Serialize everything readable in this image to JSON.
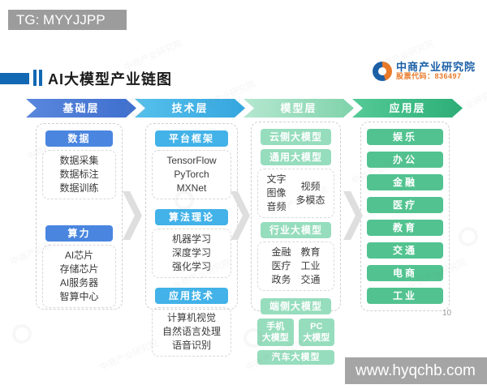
{
  "tag": "TG: MYYJJPP",
  "title": "AI大模型产业链图",
  "logo": {
    "name": "中商产业研究院",
    "stock_code": "股票代码：836497"
  },
  "page_number": "10",
  "website": "www.hyqchb.com",
  "watermark_text": "中商产业研究院",
  "colors": {
    "title_accent": "#1268b3",
    "base_layer": "#4a86e0",
    "tech_layer": "#42b2e8",
    "model_layer": "#96ddbd",
    "app_layer": "#52c390",
    "logo_blue": "#1b5fa6",
    "logo_orange": "#e87a2a",
    "tag_box_gray": "#9c9c9c"
  },
  "layers": [
    {
      "header": "基础层",
      "groups": [
        {
          "title": "数据",
          "items": [
            "数据采集",
            "数据标注",
            "数据训练"
          ]
        },
        {
          "title": "算力",
          "items": [
            "AI芯片",
            "存储芯片",
            "AI服务器",
            "智算中心"
          ]
        }
      ]
    },
    {
      "header": "技术层",
      "groups": [
        {
          "title": "平台框架",
          "items": [
            "TensorFlow",
            "PyTorch",
            "MXNet"
          ]
        },
        {
          "title": "算法理论",
          "items": [
            "机器学习",
            "深度学习",
            "强化学习"
          ]
        },
        {
          "title": "应用技术",
          "items": [
            "计算机视觉",
            "自然语言处理",
            "语音识别"
          ]
        }
      ]
    },
    {
      "header": "模型层",
      "cloud_section": {
        "title": "云侧大模型",
        "subgroups": [
          {
            "title": "通用大模型",
            "col1": [
              "文字",
              "图像",
              "音频"
            ],
            "col2": [
              "视频",
              "多模态"
            ]
          },
          {
            "title": "行业大模型",
            "col1": [
              "金融",
              "医疗",
              "政务"
            ],
            "col2": [
              "教育",
              "工业",
              "交通"
            ]
          }
        ]
      },
      "edge_section": {
        "title": "端侧大模型",
        "row": [
          [
            "手机",
            "大模型"
          ],
          [
            "PC",
            "大模型"
          ]
        ],
        "bottom": "汽车大模型"
      }
    },
    {
      "header": "应用层",
      "items": [
        "娱乐",
        "办公",
        "金融",
        "医疗",
        "教育",
        "交通",
        "电商",
        "工业"
      ]
    }
  ]
}
